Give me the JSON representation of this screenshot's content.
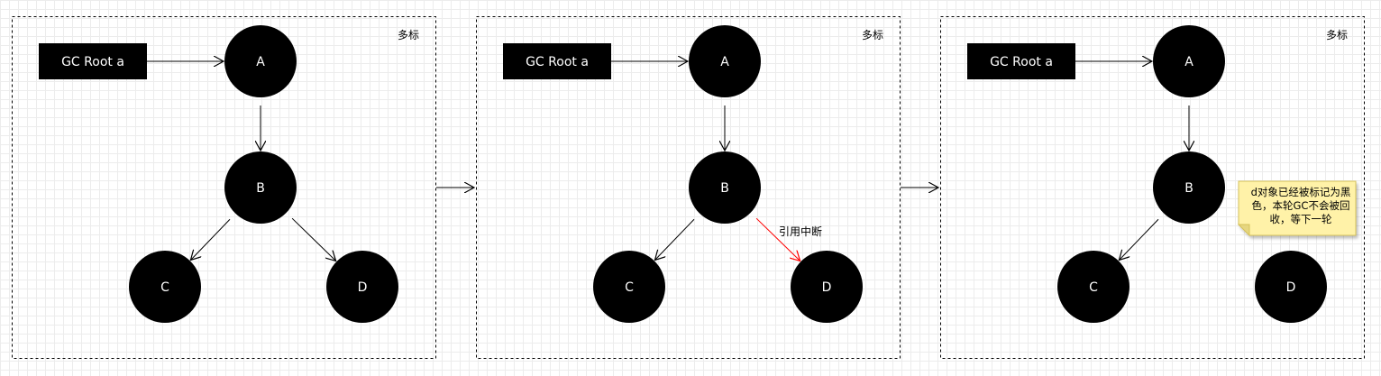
{
  "colors": {
    "node_fill": "#000000",
    "node_text": "#ffffff",
    "edge": "#000000",
    "broken_edge": "#ff0000",
    "frame_border": "#000000",
    "note_fill": "#fff2a8",
    "note_border": "#d6c25a",
    "grid": "#ececec"
  },
  "panels": [
    {
      "label": "多标",
      "root_label": "GC Root a",
      "nodes": {
        "A": "A",
        "B": "B",
        "C": "C",
        "D": "D"
      },
      "edges": [
        {
          "from": "root",
          "to": "A",
          "state": "normal"
        },
        {
          "from": "A",
          "to": "B",
          "state": "normal"
        },
        {
          "from": "B",
          "to": "C",
          "state": "normal"
        },
        {
          "from": "B",
          "to": "D",
          "state": "normal"
        }
      ]
    },
    {
      "label": "多标",
      "root_label": "GC Root a",
      "nodes": {
        "A": "A",
        "B": "B",
        "C": "C",
        "D": "D"
      },
      "edges": [
        {
          "from": "root",
          "to": "A",
          "state": "normal"
        },
        {
          "from": "A",
          "to": "B",
          "state": "normal"
        },
        {
          "from": "B",
          "to": "C",
          "state": "normal"
        },
        {
          "from": "B",
          "to": "D",
          "state": "broken",
          "label": "引用中断"
        }
      ]
    },
    {
      "label": "多标",
      "root_label": "GC Root a",
      "nodes": {
        "A": "A",
        "B": "B",
        "C": "C",
        "D": "D"
      },
      "edges": [
        {
          "from": "root",
          "to": "A",
          "state": "normal"
        },
        {
          "from": "A",
          "to": "B",
          "state": "normal"
        },
        {
          "from": "B",
          "to": "C",
          "state": "normal"
        }
      ],
      "note": {
        "lines": [
          "d对象已经被标记为黑",
          "色，本轮GC不会被回",
          "收，等下一轮"
        ]
      }
    }
  ]
}
